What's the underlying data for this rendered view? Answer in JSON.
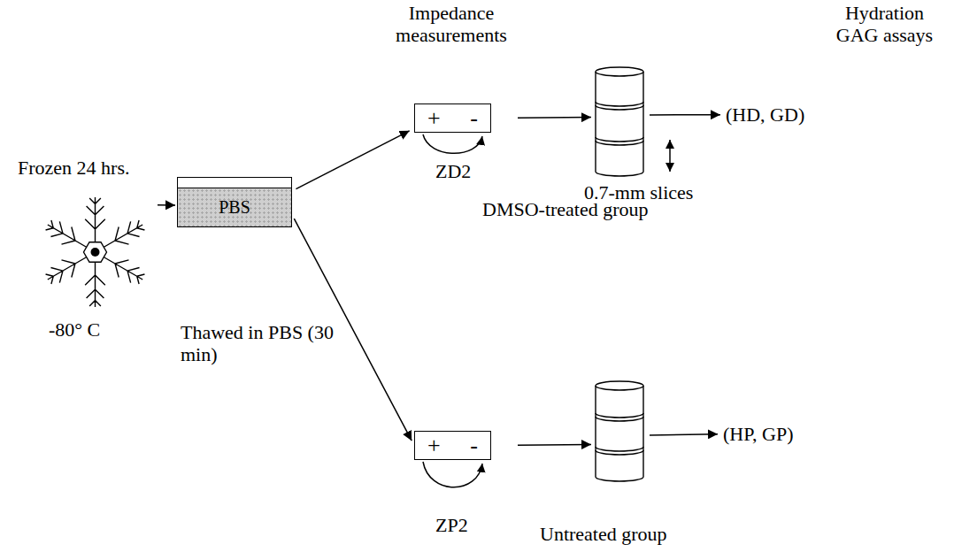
{
  "diagram": {
    "nodes": [
      {
        "text": [
          "Frozen 24 hrs.",
          "-80° C"
        ]
      },
      {
        "text": [
          "PBS",
          "Thawed in PBS (30 min)"
        ]
      },
      {
        "text": [
          "+",
          "-"
        ]
      },
      {
        "text": [
          "0.7-mm slices"
        ]
      },
      {
        "text": [
          "(HD, GD)"
        ]
      },
      {
        "text": [
          "+",
          "-"
        ]
      },
      {
        "text": [
          "Untreated group"
        ]
      },
      {
        "text": [
          "(HP, GP)"
        ]
      }
    ],
    "edges": [
      {
        "from": 0,
        "to": 1,
        "arrow": "to"
      },
      {
        "from": 1,
        "to": 2,
        "arrow": "to"
      },
      {
        "from": 1,
        "to": 5,
        "arrow": "to"
      },
      {
        "from": 2,
        "to": 3,
        "arrow": "to"
      },
      {
        "from": 3,
        "to": 4,
        "arrow": "to"
      },
      {
        "from": 5,
        "to": 6,
        "arrow": "to"
      },
      {
        "from": 6,
        "to": 7,
        "arrow": "to"
      }
    ],
    "labels": [
      "Impedance measurements",
      "Hydration GAG assays",
      "ZD2",
      "DMSO-treated group",
      "ZP2"
    ]
  }
}
